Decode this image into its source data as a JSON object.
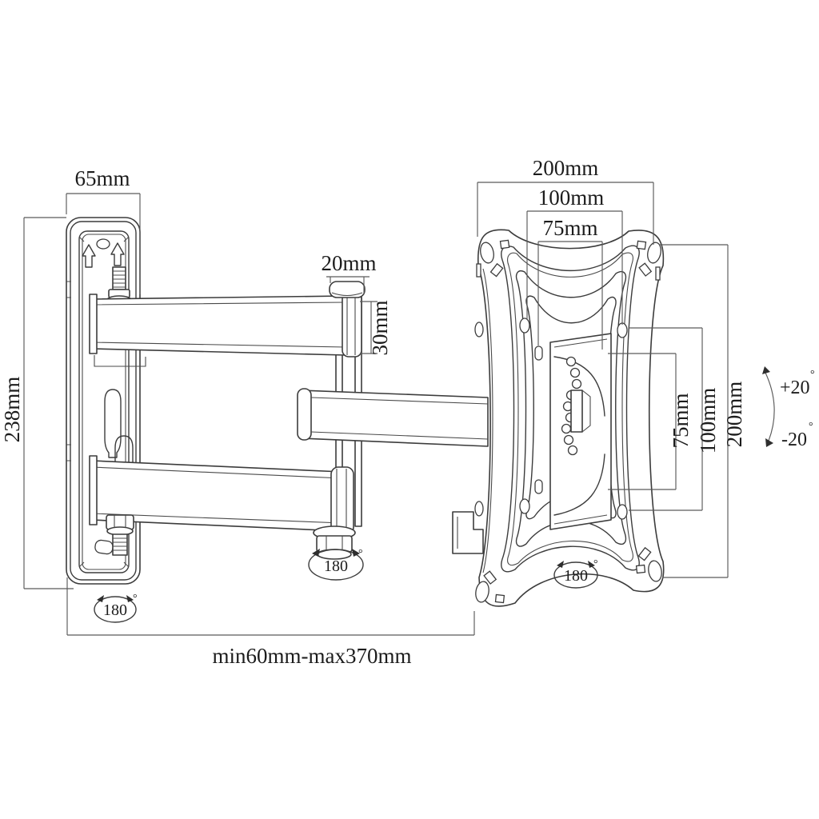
{
  "drawing": {
    "type": "technical-line-drawing",
    "subject": "articulated TV wall mount bracket with dimension annotations",
    "colors": {
      "background": "#ffffff",
      "part_lines": "#3c3c3c",
      "dimension_lines": "#5a5a5a",
      "text": "#1c1c1c"
    },
    "labels": {
      "wall_plate_width": "65mm",
      "wall_plate_height": "238mm",
      "arm_joint_width": "20mm",
      "arm_thickness": "30mm",
      "vesa_width_200": "200mm",
      "vesa_width_100": "100mm",
      "vesa_width_75": "75mm",
      "vesa_height_75": "75mm",
      "vesa_height_100": "100mm",
      "vesa_height_200": "200mm",
      "extension_range": "min60mm-max370mm",
      "swivel_wall": "180",
      "swivel_arm": "180",
      "swivel_plate": "180",
      "tilt_up": "+20",
      "tilt_down": "-20",
      "degree": "°"
    }
  }
}
